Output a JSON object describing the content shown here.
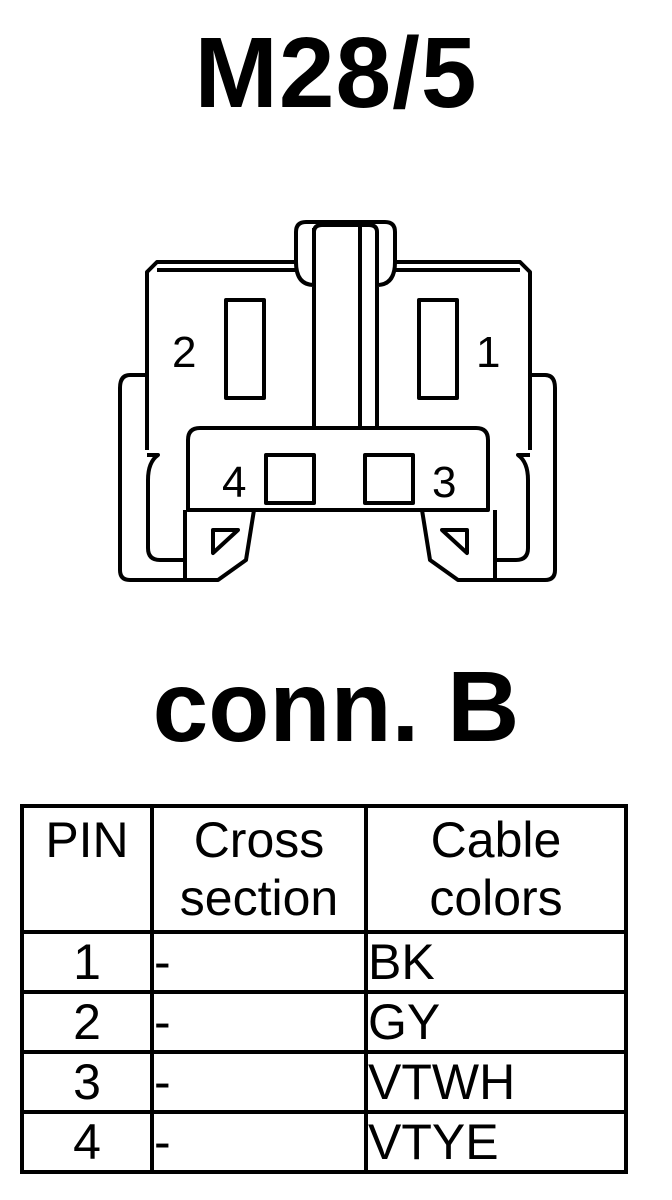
{
  "title": "M28/5",
  "connector_label": "conn. B",
  "connector": {
    "pin_labels": [
      "1",
      "2",
      "3",
      "4"
    ]
  },
  "table": {
    "headers": [
      [
        "PIN"
      ],
      [
        "Cross",
        "section"
      ],
      [
        "Cable",
        "colors"
      ]
    ],
    "rows": [
      {
        "pin": "1",
        "cross_section": "-",
        "color": "BK"
      },
      {
        "pin": "2",
        "cross_section": "-",
        "color": "GY"
      },
      {
        "pin": "3",
        "cross_section": "-",
        "color": "VTWH"
      },
      {
        "pin": "4",
        "cross_section": "-",
        "color": "VTYE"
      }
    ]
  }
}
